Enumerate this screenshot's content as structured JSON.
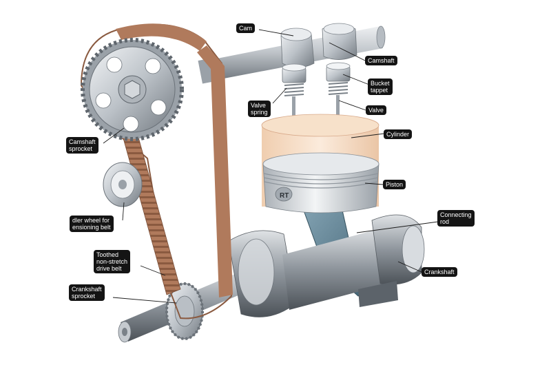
{
  "diagram": {
    "labels": {
      "cam": "Cam",
      "camshaft": "Camshaft",
      "bucket_tappet": "Bucket\ntappet",
      "valve_spring": "Valve\nspring",
      "valve": "Valve",
      "cylinder": "Cylinder",
      "piston": "Piston",
      "camshaft_sprocket": "Camshaft\nsprocket",
      "idler_wheel": "dler wheel for\nensioning belt",
      "connecting_rod": "Connecting\nrod",
      "toothed_belt": "Toothed\nnon-stretch\ndrive belt",
      "crankshaft": "Crankshaft",
      "crankshaft_sprocket": "Crankshaft\nsprocket"
    },
    "piston_marking": "RT",
    "colors": {
      "belt": "#b07a5c",
      "belt_dark": "#8a5a40",
      "steel": "#c6cbd0",
      "steel_dark": "#7d848b",
      "cylinder": "#f6dcc2",
      "connecting_rod": "#5d8092",
      "label_bg": "#141414"
    }
  }
}
